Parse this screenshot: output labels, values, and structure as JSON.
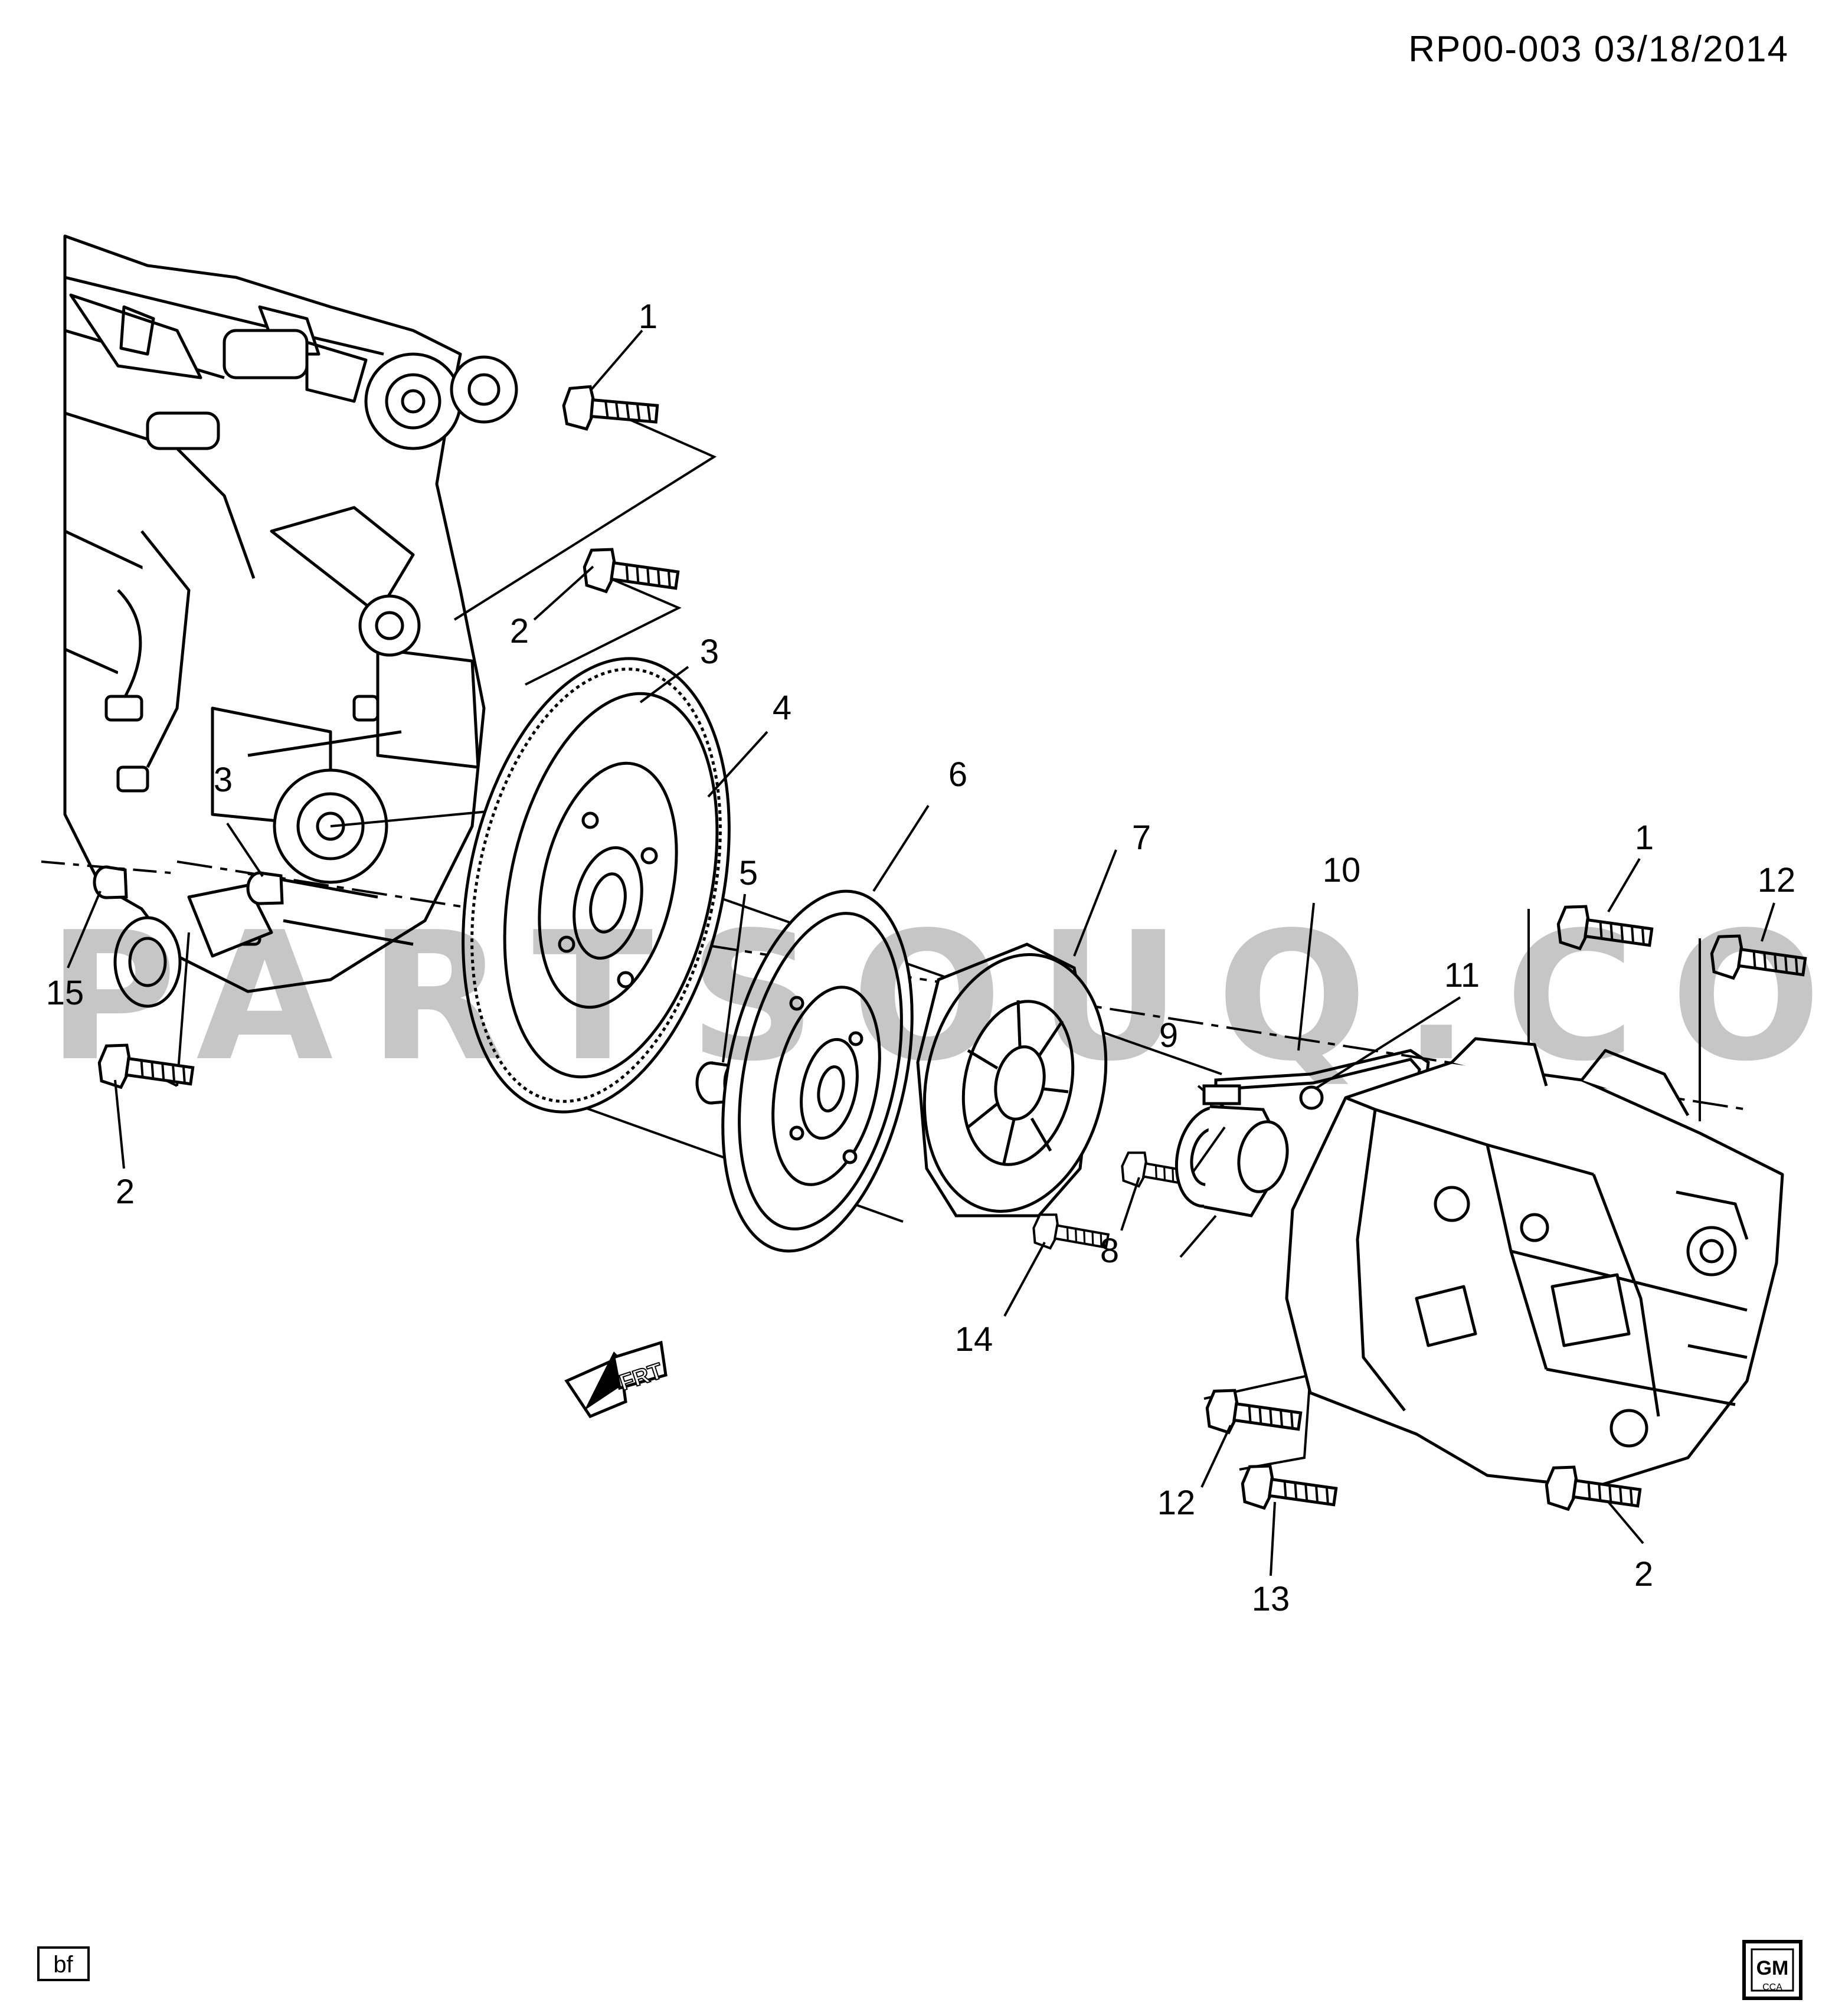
{
  "header": {
    "ref": "RP00-003  03/18/2014"
  },
  "callouts": [
    "1",
    "2",
    "3",
    "4",
    "5",
    "6",
    "7",
    "8",
    "9",
    "10",
    "11",
    "12",
    "13",
    "14",
    "15"
  ],
  "watermark": "PARTSOUQ.COM",
  "front_indicator": "FRT",
  "footer": {
    "code": "bf",
    "logo_top": "GM",
    "logo_bottom": "CCA"
  }
}
